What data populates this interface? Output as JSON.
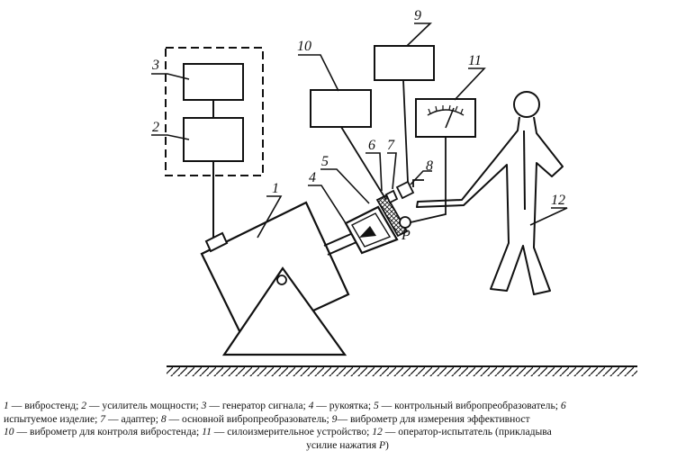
{
  "labels": {
    "l1": "1",
    "l2": "2",
    "l3": "3",
    "l4": "4",
    "l5": "5",
    "l6": "6",
    "l7": "7",
    "l8": "8",
    "l9": "9",
    "l10": "10",
    "l11": "11",
    "l12": "12",
    "lP": "P"
  },
  "caption": {
    "lines": [
      [
        {
          "n": "1",
          "t": " — вибростенд; "
        },
        {
          "n": "2",
          "t": " — усилитель мощности; "
        },
        {
          "n": "3",
          "t": " — генератор сигнала; "
        },
        {
          "n": "4",
          "t": " — рукоятка; "
        },
        {
          "n": "5",
          "t": " — контрольный вибропреобразователь; "
        },
        {
          "n": "6",
          "t": ""
        }
      ],
      [
        {
          "n": "",
          "t": "испытуемое изделие; "
        },
        {
          "n": "7",
          "t": " — адаптер; "
        },
        {
          "n": "8",
          "t": " — основной вибропреобразователь; "
        },
        {
          "n": "9",
          "t": "— виброметр для измерения эффективност"
        }
      ],
      [
        {
          "n": "10",
          "t": " — виброметр для контроля вибростенда; "
        },
        {
          "n": "11",
          "t": " — силоизмерительное устройство; "
        },
        {
          "n": "12",
          "t": " — оператор-испытатель (прикладыва"
        }
      ],
      [
        {
          "n": "",
          "t": "усилие нажатия "
        },
        {
          "n": "P",
          "t": ")"
        }
      ]
    ]
  }
}
